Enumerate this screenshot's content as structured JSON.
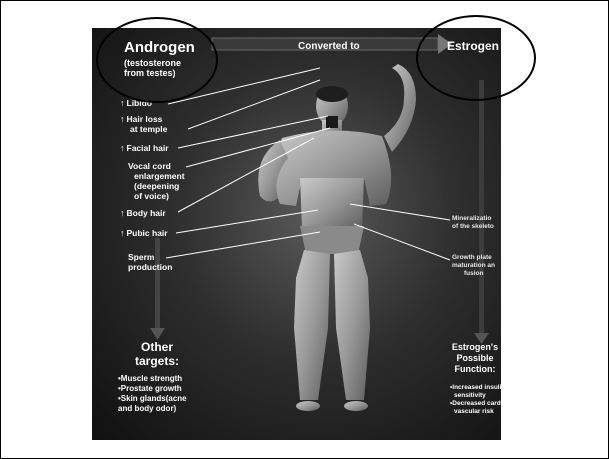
{
  "diagram": {
    "source": {
      "title": "Androgen",
      "subtitle_lines": [
        "(testosterone",
        "from testes)"
      ]
    },
    "conversion_label": "Converted to",
    "target": {
      "title": "Estrogen"
    },
    "androgen_effects": [
      {
        "arrow": "↑",
        "lines": [
          "Libido"
        ]
      },
      {
        "arrow": "↑",
        "lines": [
          "Hair loss",
          "at temple"
        ]
      },
      {
        "arrow": "↑",
        "lines": [
          "Facial hair"
        ]
      },
      {
        "arrow": "",
        "lines": [
          "Vocal cord",
          "enlargement",
          "(deepening",
          "of voice)"
        ]
      },
      {
        "arrow": "↑",
        "lines": [
          "Body hair"
        ]
      },
      {
        "arrow": "↑",
        "lines": [
          "Pubic hair"
        ]
      },
      {
        "arrow": "",
        "lines": [
          "Sperm",
          "production"
        ]
      }
    ],
    "estrogen_effects": [
      {
        "lines": [
          "Mineralizatio",
          "of the skeleto"
        ]
      },
      {
        "lines": [
          "Growth plate",
          "maturation an",
          "fusion"
        ]
      }
    ],
    "other_targets": {
      "heading_lines": [
        "Other",
        "targets:"
      ],
      "items": [
        "•Muscle strength",
        "•Prostate growth",
        "•Skin glands(acne",
        "and body odor)"
      ]
    },
    "estrogen_functions": {
      "heading_lines": [
        "Estrogen's",
        "Possible",
        "Function:"
      ],
      "items": [
        "•Increased insuli",
        "sensitivity",
        "•Decreased card",
        "vascular risk"
      ]
    }
  }
}
